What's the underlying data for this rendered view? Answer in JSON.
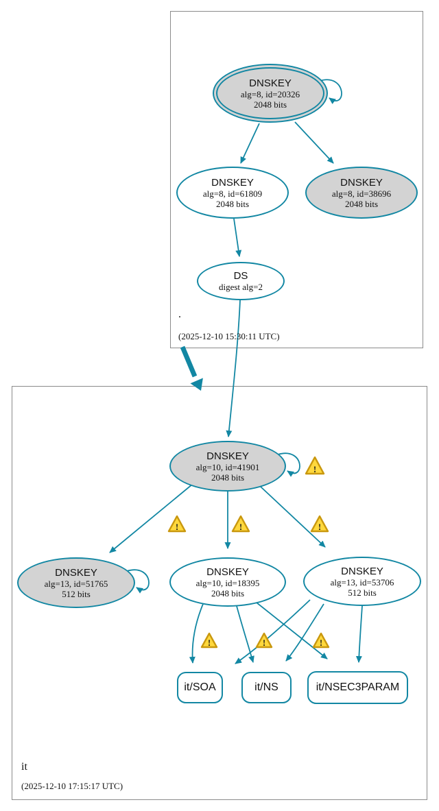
{
  "colors": {
    "edge": "#1287a3",
    "gray_node_fill": "#d3d3d3",
    "warning_fill": "#ffd83d",
    "warning_border": "#c9980e",
    "box_border": "#8a8a8a"
  },
  "warning_symbol": "!",
  "zones": {
    "root": {
      "label": ".",
      "timestamp": "(2025-12-10 15:30:11 UTC)",
      "ksk": {
        "title": "DNSKEY",
        "detail1": "alg=8, id=20326",
        "detail2": "2048 bits"
      },
      "zsk": {
        "title": "DNSKEY",
        "detail1": "alg=8, id=61809",
        "detail2": "2048 bits"
      },
      "key38696": {
        "title": "DNSKEY",
        "detail1": "alg=8, id=38696",
        "detail2": "2048 bits"
      },
      "ds": {
        "title": "DS",
        "detail1": "digest alg=2"
      }
    },
    "it": {
      "label": "it",
      "timestamp": "(2025-12-10 17:15:17 UTC)",
      "ksk": {
        "title": "DNSKEY",
        "detail1": "alg=10, id=41901",
        "detail2": "2048 bits"
      },
      "key51765": {
        "title": "DNSKEY",
        "detail1": "alg=13, id=51765",
        "detail2": "512 bits"
      },
      "zsk": {
        "title": "DNSKEY",
        "detail1": "alg=10, id=18395",
        "detail2": "2048 bits"
      },
      "key53706": {
        "title": "DNSKEY",
        "detail1": "alg=13, id=53706",
        "detail2": "512 bits"
      },
      "rrset_soa": {
        "label": "it/SOA"
      },
      "rrset_ns": {
        "label": "it/NS"
      },
      "rrset_nsec3param": {
        "label": "it/NSEC3PARAM"
      }
    }
  }
}
